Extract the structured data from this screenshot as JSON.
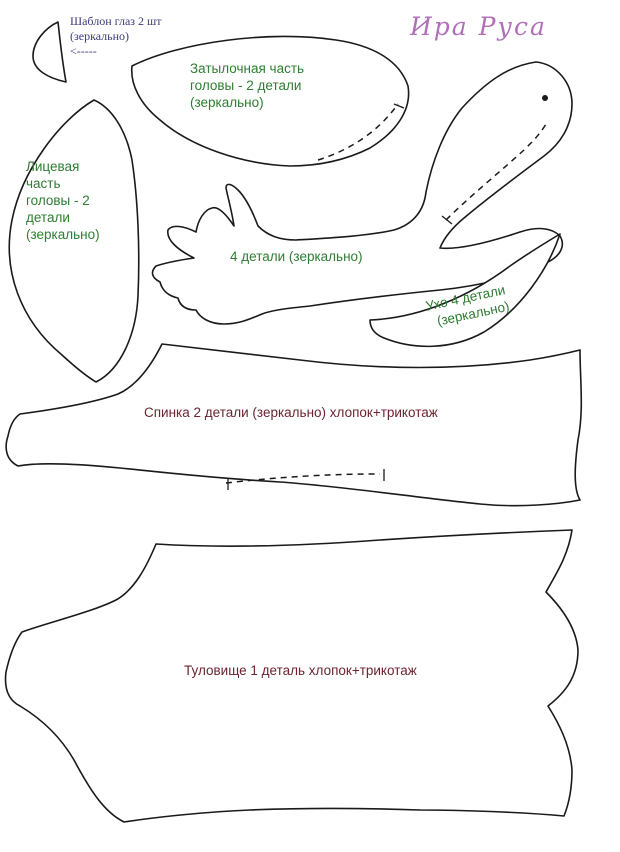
{
  "author": "Ира Руса",
  "eye_template": {
    "line1": "Шаблон глаз 2 шт",
    "line2": "(зеркально)",
    "arrow": "<-----"
  },
  "labels": {
    "head_back": [
      "Затылочная часть",
      "головы - 2 детали",
      "(зеркально)"
    ],
    "face": [
      "Лицевая",
      "часть",
      "головы - 2",
      "детали",
      "(зеркально)"
    ],
    "limb": "4 детали (зеркально)",
    "ear": [
      "Ухо 4 детали",
      "(зеркально)"
    ],
    "back": "Спинка 2 детали (зеркально) хлопок+трикотаж",
    "body": "Туловище 1 деталь хлопок+трикотаж"
  },
  "colors": {
    "author": "#b06fb8",
    "green_labels": "#2e7d32",
    "maroon_labels": "#6b2430",
    "note": "#3b3b78",
    "outline": "#1a1a1a"
  }
}
